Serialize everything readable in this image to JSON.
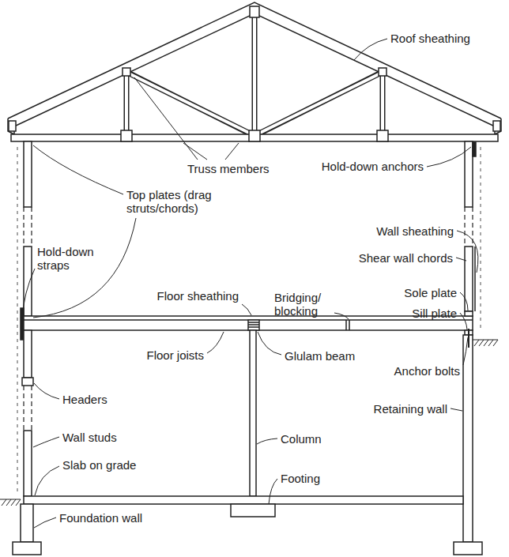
{
  "diagram": {
    "labels": [
      "Roof sheathing",
      "Truss members",
      "Hold-down anchors",
      "Top plates (drag struts/chords)",
      "Wall sheathing",
      "Hold-down straps",
      "Shear wall chords",
      "Floor sheathing",
      "Bridging/ blocking",
      "Sole plate",
      "Sill plate",
      "Floor joists",
      "Glulam beam",
      "Anchor bolts",
      "Headers",
      "Retaining wall",
      "Wall studs",
      "Column",
      "Slab on grade",
      "Footing",
      "Foundation wall"
    ]
  }
}
